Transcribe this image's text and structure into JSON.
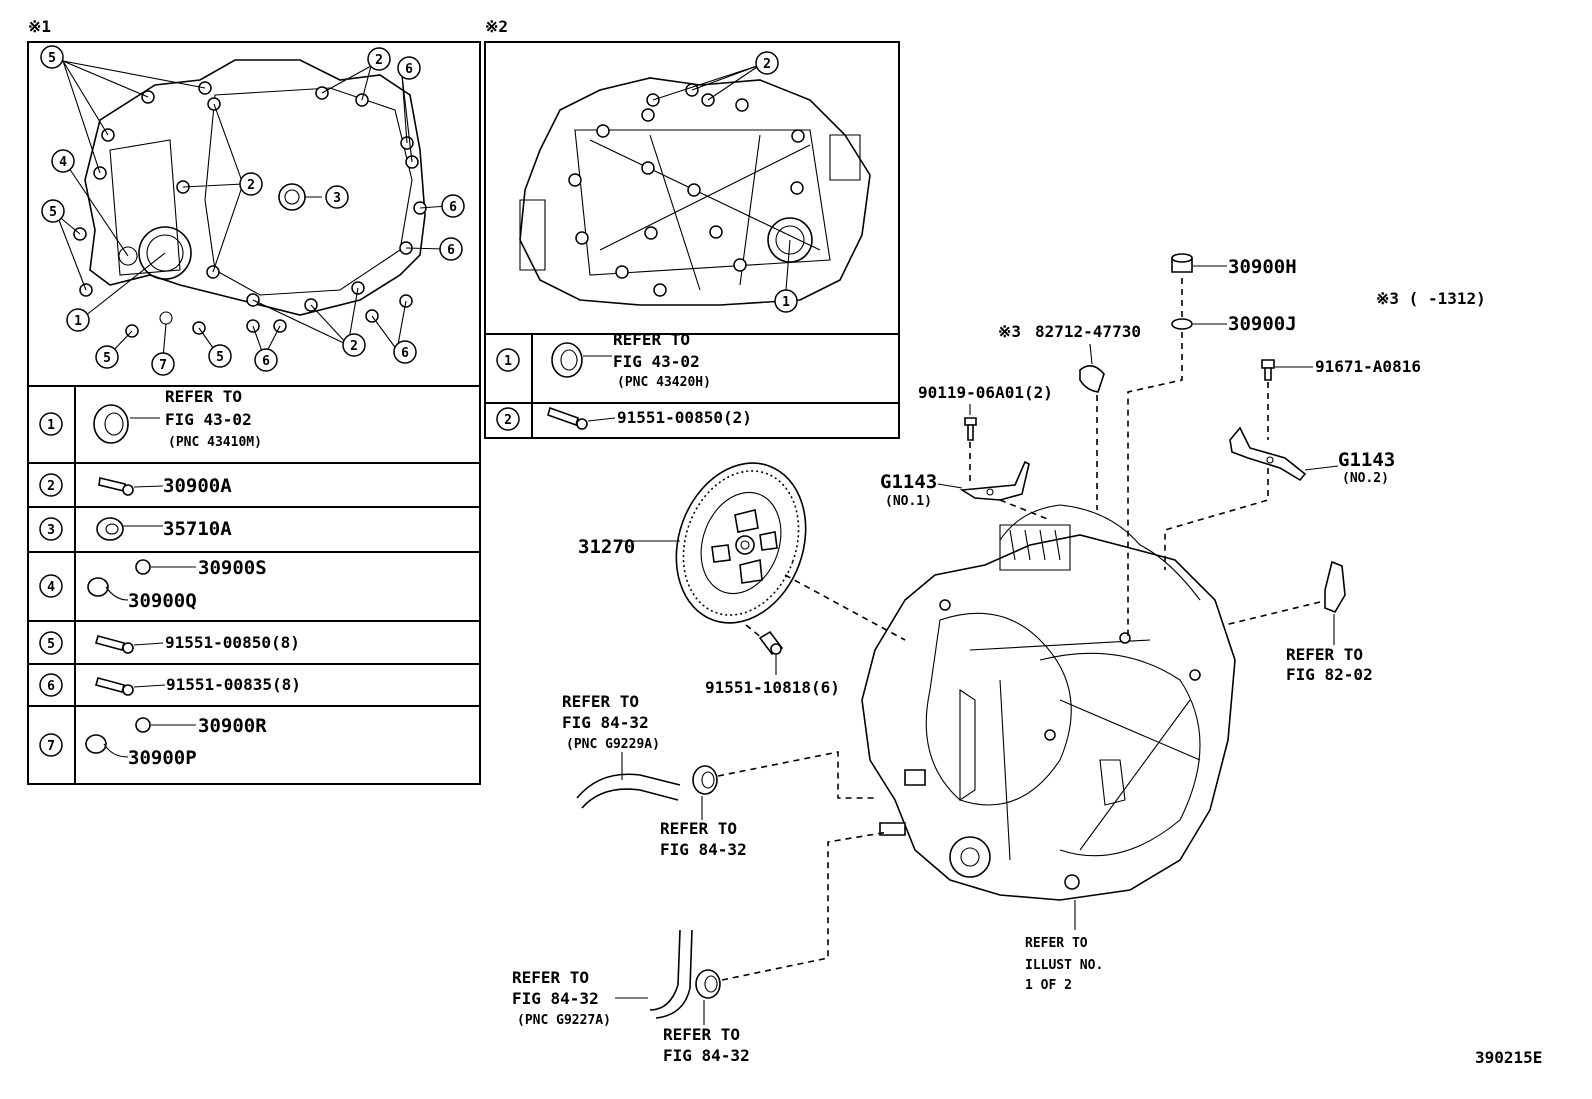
{
  "marks": {
    "m1": "※1",
    "m2": "※2",
    "m3": "※3",
    "m3_range": "※3 (      -1312)"
  },
  "callout_numbers": [
    "1",
    "2",
    "3",
    "4",
    "5",
    "6",
    "7"
  ],
  "table1": {
    "rows": [
      {
        "num": "1",
        "refer": "REFER TO",
        "fig": "FIG 43-02",
        "pnc": "(PNC 43410M)"
      },
      {
        "num": "2",
        "part": "30900A"
      },
      {
        "num": "3",
        "part": "35710A"
      },
      {
        "num": "4",
        "part_a": "30900S",
        "part_b": "30900Q"
      },
      {
        "num": "5",
        "part": "91551-00850(8)"
      },
      {
        "num": "6",
        "part": "91551-00835(8)"
      },
      {
        "num": "7",
        "part_a": "30900R",
        "part_b": "30900P"
      }
    ]
  },
  "table2": {
    "rows": [
      {
        "num": "1",
        "refer": "REFER TO",
        "fig": "FIG 43-02",
        "pnc": "(PNC 43420H)"
      },
      {
        "num": "2",
        "part": "91551-00850(2)"
      }
    ]
  },
  "main": {
    "p_30900H": "30900H",
    "p_30900J": "30900J",
    "p_82712": "82712-47730",
    "p_90119": "90119-06A01(2)",
    "p_91671": "91671-A0816",
    "g1143_1": "G1143",
    "g1143_1_sub": "(NO.1)",
    "g1143_2": "G1143",
    "g1143_2_sub": "(NO.2)",
    "p_31270": "31270",
    "p_91551_10818": "91551-10818(6)",
    "ref_82_a": "REFER TO",
    "ref_82_b": "FIG 82-02",
    "ref_hose1_a": "REFER TO",
    "ref_hose1_b": "FIG 84-32",
    "ref_hose1_c": "(PNC G9229A)",
    "ref_clamp1_a": "REFER TO",
    "ref_clamp1_b": "FIG 84-32",
    "ref_hose2_a": "REFER TO",
    "ref_hose2_b": "FIG 84-32",
    "ref_hose2_c": "(PNC G9227A)",
    "ref_clamp2_a": "REFER TO",
    "ref_clamp2_b": "FIG 84-32",
    "ref_illust_a": "REFER TO",
    "ref_illust_b": "ILLUST NO.",
    "ref_illust_c": "1 OF 2",
    "diagram_code": "390215E"
  }
}
